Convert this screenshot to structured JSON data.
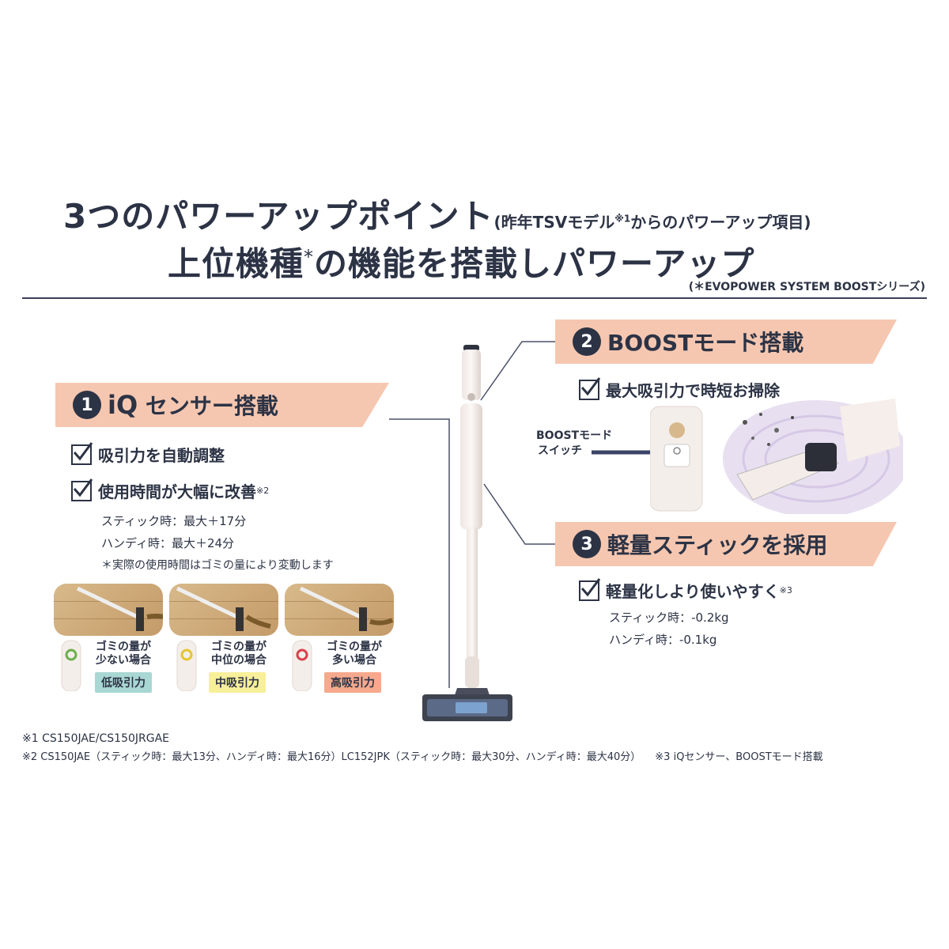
{
  "header": {
    "title_main": "3つのパワーアップポイント",
    "title_sub_prefix": "(昨年TSVモデル",
    "title_sub_sup": "※1",
    "title_sub_suffix": "からのパワーアップ項目)",
    "title2_a": "上位機種",
    "title2_sup": "*",
    "title2_b": "の機能を搭載しパワーアップ",
    "title_note": "(＊EVOPOWER SYSTEM BOOSTシリーズ)"
  },
  "point1": {
    "number": "1",
    "title_iq": "iQ",
    "title_rest": " センサー搭載",
    "check1": "吸引力を自動調整",
    "check2": "使用時間が大幅に改善",
    "check2_sup": "※2",
    "detail1": "スティック時：最大＋17分",
    "detail2": "ハンディ時：最大＋24分",
    "detail3": "＊実際の使用時間はゴミの量により変動します",
    "modes": [
      {
        "line1": "ゴミの量が",
        "line2": "少ない場合",
        "pill": "低吸引力",
        "pill_color": "#a9d7d3",
        "ring_color": "#6ab04c"
      },
      {
        "line1": "ゴミの量が",
        "line2": "中位の場合",
        "pill": "中吸引力",
        "pill_color": "#f8ef9a",
        "ring_color": "#e6c531"
      },
      {
        "line1": "ゴミの量が",
        "line2": "多い場合",
        "pill": "高吸引力",
        "pill_color": "#f6a98d",
        "ring_color": "#d8414b"
      }
    ]
  },
  "point2": {
    "number": "2",
    "title": "BOOSTモード搭載",
    "check1": "最大吸引力で時短お掃除",
    "switch_label1": "BOOSTモード",
    "switch_label2": "スイッチ"
  },
  "point3": {
    "number": "3",
    "title": "軽量スティックを採用",
    "check1": "軽量化しより使いやすく",
    "check1_sup": "※3",
    "detail1": "スティック時：-0.2kg",
    "detail2": "ハンディ時：-0.1kg"
  },
  "footnotes": {
    "note1": "※1  CS150JAE/CS150JRGAE",
    "note2": "※2  CS150JAE（スティック時：最大13分、ハンディ時：最大16分）LC152JPK（スティック時：最大30分、ハンディ時：最大40分）",
    "note3": "※3  iQセンサー、BOOSTモード搭載"
  },
  "colors": {
    "banner": "#f6c7b0",
    "navy": "#2c3345"
  }
}
